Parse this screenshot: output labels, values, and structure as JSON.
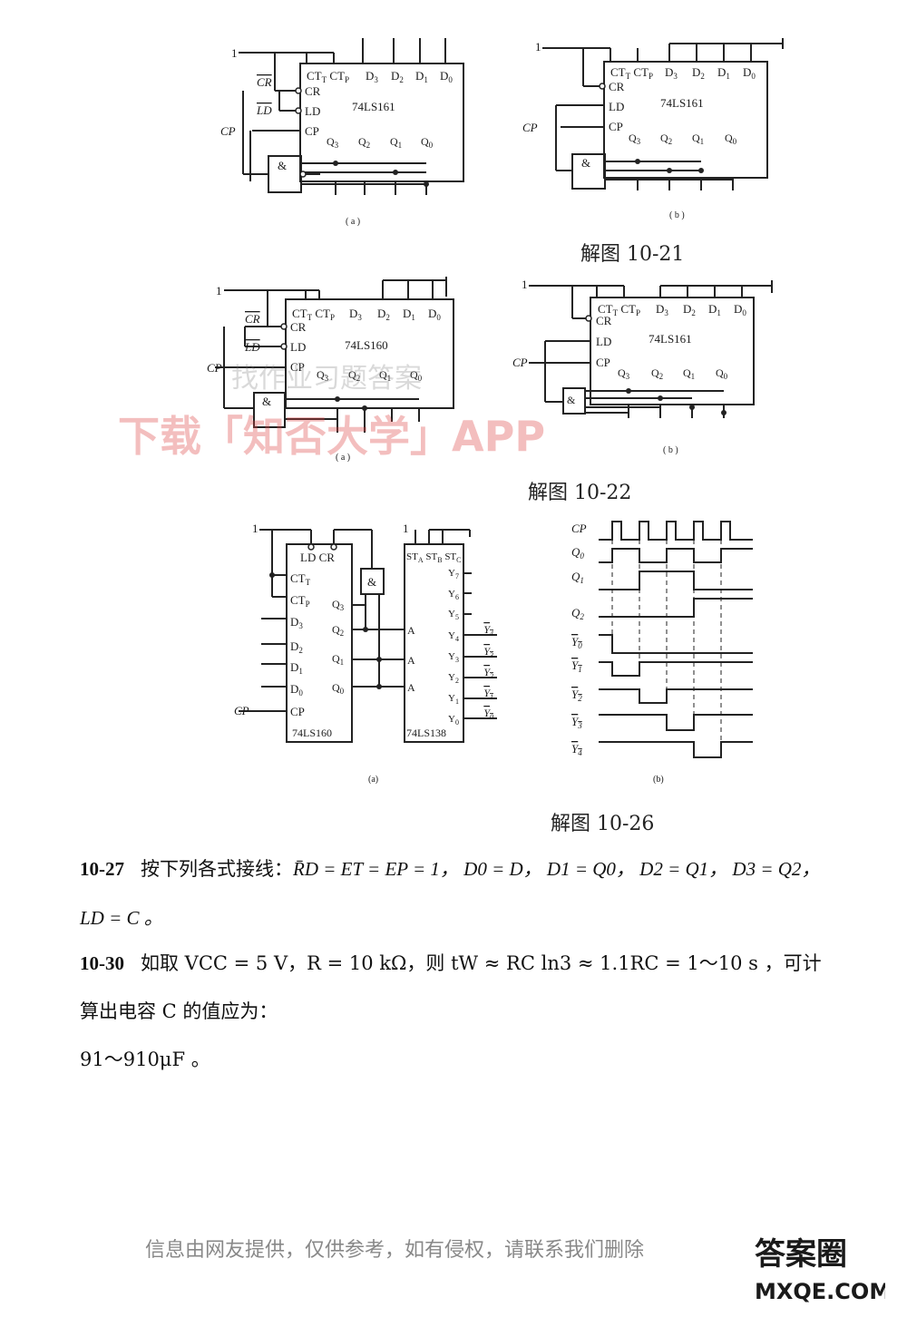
{
  "figures": {
    "fig_10_21": {
      "caption": "解图 10-21",
      "a": {
        "sublabel": "( a )",
        "chip": "74LS161",
        "one": "1",
        "cp": "CP",
        "cr_bar": "CR",
        "ld_bar": "LD",
        "gate": "&",
        "pins_top": [
          "CT",
          "CT",
          "D",
          "D",
          "D",
          "D"
        ],
        "pins_left": [
          "CR",
          "LD",
          "CP"
        ],
        "pins_bottom": [
          "Q",
          "Q",
          "Q",
          "Q"
        ]
      },
      "b": {
        "sublabel": "( b )",
        "chip": "74LS161",
        "one": "1",
        "cp": "CP",
        "gate": "&"
      }
    },
    "fig_10_22": {
      "caption": "解图 10-22",
      "a": {
        "sublabel": "( a )",
        "chip": "74LS160",
        "one": "1",
        "cp": "CP",
        "cr_bar": "CR",
        "ld_bar": "LD",
        "gate": "&"
      },
      "b": {
        "sublabel": "( b )",
        "chip": "74LS161",
        "one": "1",
        "cp": "CP",
        "gate": "&"
      }
    },
    "fig_10_26": {
      "caption": "解图 10-26",
      "a": {
        "sublabel": "(a)",
        "chip1": "74LS160",
        "chip2": "74LS138",
        "one": "1",
        "cp": "CP",
        "gate": "&"
      },
      "b": {
        "sublabel": "(b)",
        "signals": [
          "CP",
          "Q0",
          "Q1",
          "Q2",
          "Y0",
          "Y1",
          "Y2",
          "Y3",
          "Y4"
        ]
      }
    }
  },
  "answers": {
    "a27": {
      "number": "10-27",
      "text1": "按下列各式接线：",
      "formula": "R̄D = ET = EP = 1，  D0 = D，  D1 = Q0，  D2 = Q1，  D3 = Q2，",
      "line2": "LD = C 。"
    },
    "a30": {
      "number": "10-30",
      "text1": "如取 VCC = 5 V，R = 10 kΩ，则 tW ≈ RC ln3 ≈ 1.1RC = 1～10 s ，可计",
      "line2": "算出电容 C 的值应为：",
      "line3": "91～910μF 。"
    }
  },
  "watermark": {
    "line1": "找作业习题答案",
    "line2": "下载「知否大学」APP"
  },
  "footer": "信息由网友提供，仅供参考，如有侵权，请联系我们删除",
  "logo": {
    "text1": "答案圈",
    "text2": "MXQE.COM"
  }
}
